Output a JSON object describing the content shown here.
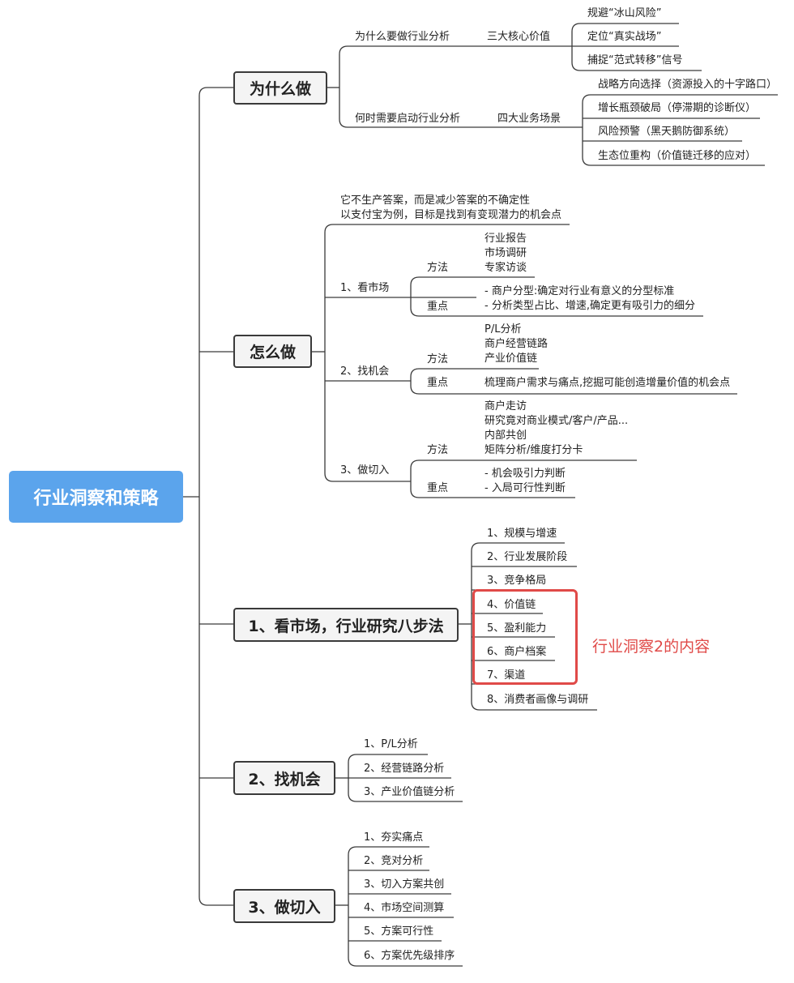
{
  "root": "行业洞察和策略",
  "why": {
    "title": "为什么做",
    "b1": {
      "label": "为什么要做行业分析",
      "sub": "三大核心价值",
      "items": [
        "规避“冰山风险”",
        "定位“真实战场”",
        "捕捉“范式转移”信号"
      ]
    },
    "b2": {
      "label": "何时需要启动行业分析",
      "sub": "四大业务场景",
      "items": [
        "战略方向选择（资源投入的十字路口）",
        "增长瓶颈破局（停滞期的诊断仪）",
        "风险预警（黑天鹅防御系统）",
        "生态位重构（价值链迁移的应对）"
      ]
    }
  },
  "how": {
    "title": "怎么做",
    "intro": [
      "它不生产答案，而是减少答案的不确定性",
      "以支付宝为例，目标是找到有变现潜力的机会点"
    ],
    "s1": {
      "label": "1、看市场",
      "method_label": "方法",
      "methods": [
        "行业报告",
        "市场调研",
        "专家访谈"
      ],
      "focus_label": "重点",
      "focus": [
        "- 商户分型:确定对行业有意义的分型标准",
        "- 分析类型占比、增速,确定更有吸引力的细分"
      ]
    },
    "s2": {
      "label": "2、找机会",
      "method_label": "方法",
      "methods": [
        "P/L分析",
        "商户经营链路",
        "产业价值链"
      ],
      "focus_label": "重点",
      "focus": [
        "梳理商户需求与痛点,挖掘可能创造增量价值的机会点"
      ]
    },
    "s3": {
      "label": "3、做切入",
      "method_label": "方法",
      "methods": [
        "商户走访",
        "研究竟对商业模式/客户/产品...",
        "内部共创",
        "矩阵分析/维度打分卡"
      ],
      "focus_label": "重点",
      "focus": [
        "- 机会吸引力判断",
        "- 入局可行性判断"
      ]
    }
  },
  "market": {
    "title": "1、看市场，行业研究八步法",
    "items": [
      "1、规模与增速",
      "2、行业发展阶段",
      "3、竞争格局",
      "4、价值链",
      "5、盈利能力",
      "6、商户档案",
      "7、渠道",
      "8、消费者画像与调研"
    ],
    "note": "行业洞察2的内容"
  },
  "opp": {
    "title": "2、找机会",
    "items": [
      "1、P/L分析",
      "2、经营链路分析",
      "3、产业价值链分析"
    ]
  },
  "entry": {
    "title": "3、做切入",
    "items": [
      "1、夯实痛点",
      "2、竞对分析",
      "3、切入方案共创",
      "4、市场空间测算",
      "5、方案可行性",
      "6、方案优先级排序"
    ]
  },
  "colors": {
    "root_bg": "#5ba4ec",
    "highlight": "#e04a48",
    "line": "#3a3a3a"
  }
}
